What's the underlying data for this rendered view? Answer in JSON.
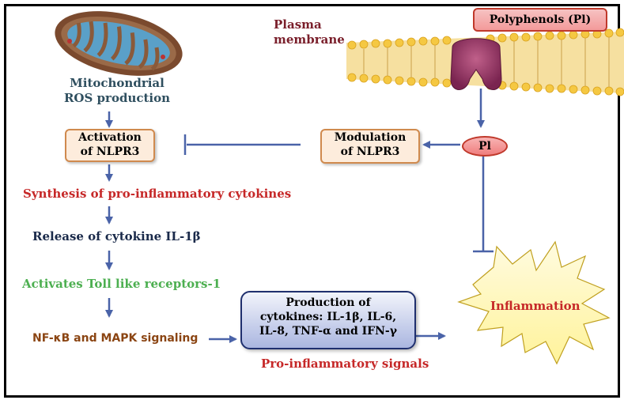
{
  "mito": {
    "line1": "Mitochondrial",
    "line2": "ROS production"
  },
  "plasma": {
    "line1": "Plasma",
    "line2": "membrane"
  },
  "polyphenols": "Polyphenols (Pl)",
  "activation": {
    "line1": "Activation",
    "line2": "of NLPR3"
  },
  "modulation": {
    "line1": "Modulation",
    "line2": "of NLPR3"
  },
  "pi": "Pl",
  "synthesis": "Synthesis of pro-inflammatory cytokines",
  "release": "Release of cytokine IL-1β",
  "toll": "Activates Toll like receptors-1",
  "nfkb": "NF-κB and MAPK signaling",
  "production": {
    "line1": "Production of",
    "line2": "cytokines: IL-1β, IL-6,",
    "line3": "IL-8, TNF-α and IFN-γ"
  },
  "pro_signals": "Pro-inflammatory signals",
  "inflammation": "Inflammation",
  "colors": {
    "arrow": "#4a63a8",
    "red_text": "#c62828",
    "navy_text": "#1a2a4a",
    "green_text": "#4caf50",
    "brown_text": "#8b4513",
    "teal_text": "#2f4f5f",
    "maroon_text": "#7a1f2b"
  }
}
